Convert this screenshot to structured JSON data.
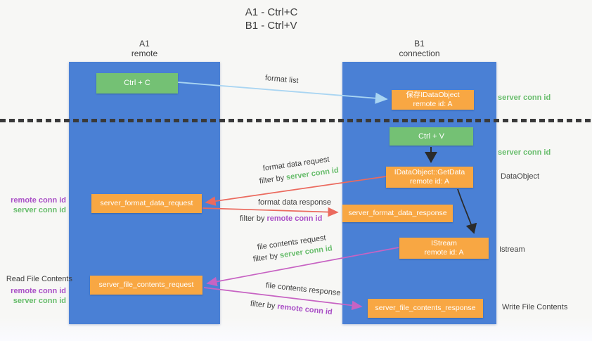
{
  "title": {
    "line1": "A1 - Ctrl+C",
    "line2": "B1 - Ctrl+V"
  },
  "columns": {
    "left": {
      "name": "A1",
      "subtitle": "remote"
    },
    "right": {
      "name": "B1",
      "subtitle": "connection"
    }
  },
  "nodes": {
    "ctrl_c": {
      "label": "Ctrl + C"
    },
    "save_dataobject": {
      "line1": "保存IDataObject",
      "line2": "remote id: A"
    },
    "ctrl_v": {
      "label": "Ctrl + V"
    },
    "getdata": {
      "line1": "IDataObject::GetData",
      "line2": "remote id: A"
    },
    "format_request": {
      "label": "server_format_data_request"
    },
    "format_response": {
      "label": "server_format_data_response"
    },
    "istream": {
      "line1": "IStream",
      "line2": "remote id: A"
    },
    "file_request": {
      "label": "server_file_contents_request"
    },
    "file_response": {
      "label": "server_file_contents_response"
    }
  },
  "arrows": {
    "format_list": {
      "label": "format list"
    },
    "format_request": {
      "label": "format data request",
      "filter_prefix": "filter by",
      "filter_value": "server conn id"
    },
    "format_response": {
      "label": "format data response",
      "filter_prefix": "filter by",
      "filter_value": "remote conn id"
    },
    "file_request": {
      "label": "file contents request",
      "filter_prefix": "filter by",
      "filter_value": "server conn id"
    },
    "file_response": {
      "label": "file contents response",
      "filter_prefix": "filter by",
      "filter_value": "remote conn id"
    }
  },
  "side_labels": {
    "server_conn_id_top": "server conn id",
    "server_conn_id_mid": "server conn id",
    "dataobject": "DataObject",
    "istream": "Istream",
    "write_file_contents": "Write File Contents",
    "read_file_contents": "Read File Contents",
    "group1": {
      "remote": "remote conn id",
      "server": "server conn id"
    },
    "group2": {
      "remote": "remote conn id",
      "server": "server conn id"
    }
  },
  "colors": {
    "column_blue": "#4a80d5",
    "box_green": "#74c174",
    "box_orange": "#f8a743",
    "arrow_red": "#eb6a5e",
    "arrow_magenta": "#c763c3",
    "arrow_lightblue": "#a9d5f2",
    "arrow_black": "#2b2b2b",
    "text_green": "#68bd6c",
    "text_purple": "#a94fc6",
    "text_dark": "#3f3f3f"
  }
}
